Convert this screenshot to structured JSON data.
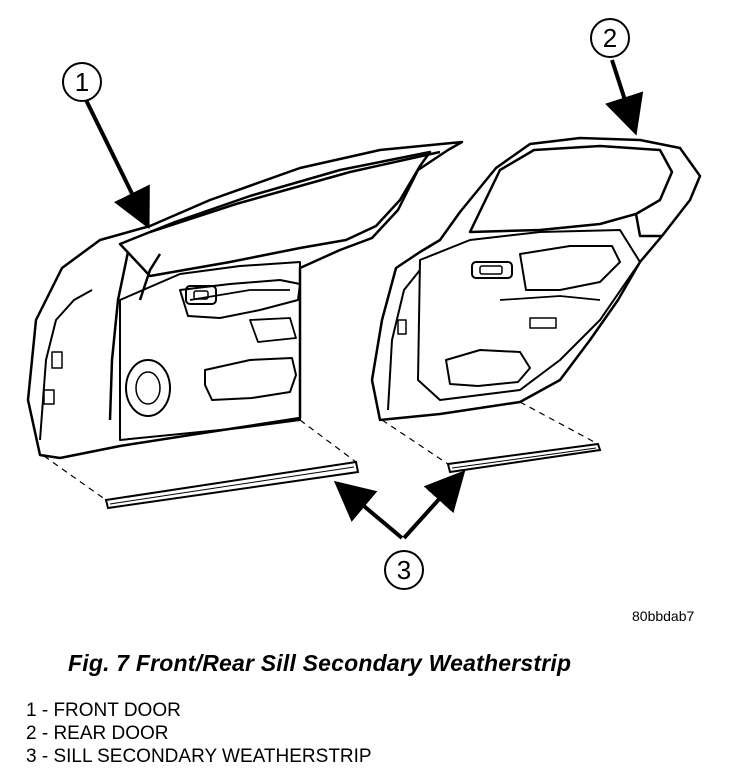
{
  "callouts": [
    "1",
    "2",
    "3"
  ],
  "figure_code": "80bbdab7",
  "caption": "Fig. 7 Front/Rear Sill Secondary Weatherstrip",
  "legend": [
    "1 - FRONT DOOR",
    "2 - REAR DOOR",
    "3 - SILL SECONDARY WEATHERSTRIP"
  ]
}
